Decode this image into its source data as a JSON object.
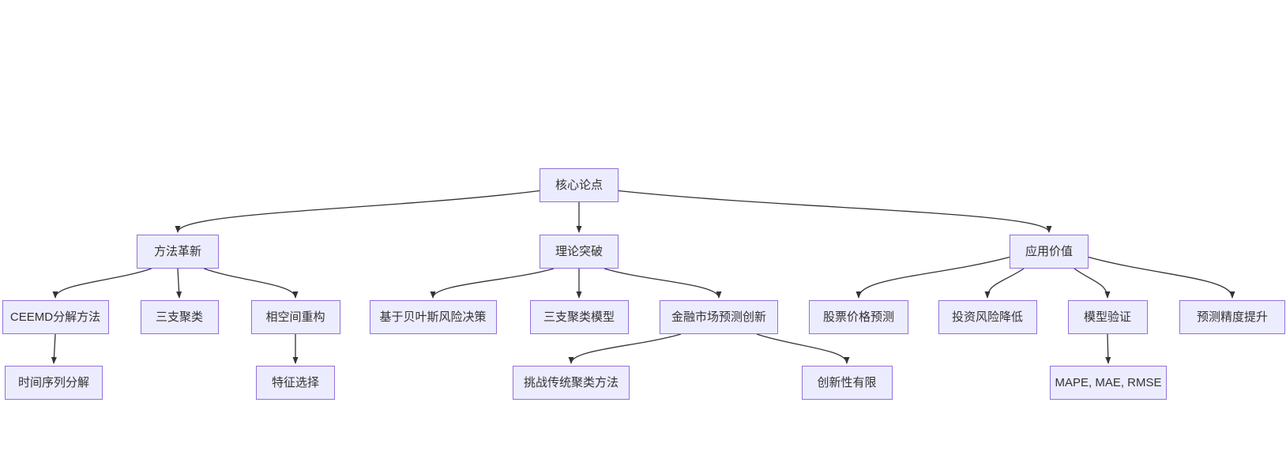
{
  "diagram": {
    "type": "flowchart-top-down",
    "nodes": [
      {
        "id": "root",
        "label": "核心论点"
      },
      {
        "id": "method-innovation",
        "label": "方法革新"
      },
      {
        "id": "theory-breakthrough",
        "label": "理论突破"
      },
      {
        "id": "application-value",
        "label": "应用价值"
      },
      {
        "id": "ceemd-decomposition",
        "label": "CEEMD分解方法"
      },
      {
        "id": "three-way-clustering",
        "label": "三支聚类"
      },
      {
        "id": "phase-space-reconstruction",
        "label": "相空间重构"
      },
      {
        "id": "bayes-risk-decision",
        "label": "基于贝叶斯风险决策"
      },
      {
        "id": "three-way-cluster-model",
        "label": "三支聚类模型"
      },
      {
        "id": "financial-market-prediction-innovation",
        "label": "金融市场预测创新"
      },
      {
        "id": "stock-price-prediction",
        "label": "股票价格预测"
      },
      {
        "id": "investment-risk-reduction",
        "label": "投资风险降低"
      },
      {
        "id": "model-validation",
        "label": "模型验证"
      },
      {
        "id": "prediction-precision-improvement",
        "label": "预测精度提升"
      },
      {
        "id": "time-series-decomposition",
        "label": "时间序列分解"
      },
      {
        "id": "feature-selection",
        "label": "特征选择"
      },
      {
        "id": "challenge-traditional-clustering",
        "label": "挑战传统聚类方法"
      },
      {
        "id": "limited-innovativeness",
        "label": "创新性有限"
      },
      {
        "id": "metrics",
        "label": "MAPE, MAE, RMSE"
      }
    ],
    "edges": [
      {
        "from": "root",
        "to": "method-innovation"
      },
      {
        "from": "root",
        "to": "theory-breakthrough"
      },
      {
        "from": "root",
        "to": "application-value"
      },
      {
        "from": "method-innovation",
        "to": "ceemd-decomposition"
      },
      {
        "from": "method-innovation",
        "to": "three-way-clustering"
      },
      {
        "from": "method-innovation",
        "to": "phase-space-reconstruction"
      },
      {
        "from": "theory-breakthrough",
        "to": "bayes-risk-decision"
      },
      {
        "from": "theory-breakthrough",
        "to": "three-way-cluster-model"
      },
      {
        "from": "theory-breakthrough",
        "to": "financial-market-prediction-innovation"
      },
      {
        "from": "application-value",
        "to": "stock-price-prediction"
      },
      {
        "from": "application-value",
        "to": "investment-risk-reduction"
      },
      {
        "from": "application-value",
        "to": "model-validation"
      },
      {
        "from": "application-value",
        "to": "prediction-precision-improvement"
      },
      {
        "from": "ceemd-decomposition",
        "to": "time-series-decomposition"
      },
      {
        "from": "phase-space-reconstruction",
        "to": "feature-selection"
      },
      {
        "from": "financial-market-prediction-innovation",
        "to": "challenge-traditional-clustering"
      },
      {
        "from": "financial-market-prediction-innovation",
        "to": "limited-innovativeness"
      },
      {
        "from": "model-validation",
        "to": "metrics"
      }
    ],
    "colors": {
      "node_fill": "#ECECFF",
      "node_border": "#9370DB",
      "edge_line": "#333333",
      "text": "#333333",
      "background": "#FFFFFF"
    }
  }
}
